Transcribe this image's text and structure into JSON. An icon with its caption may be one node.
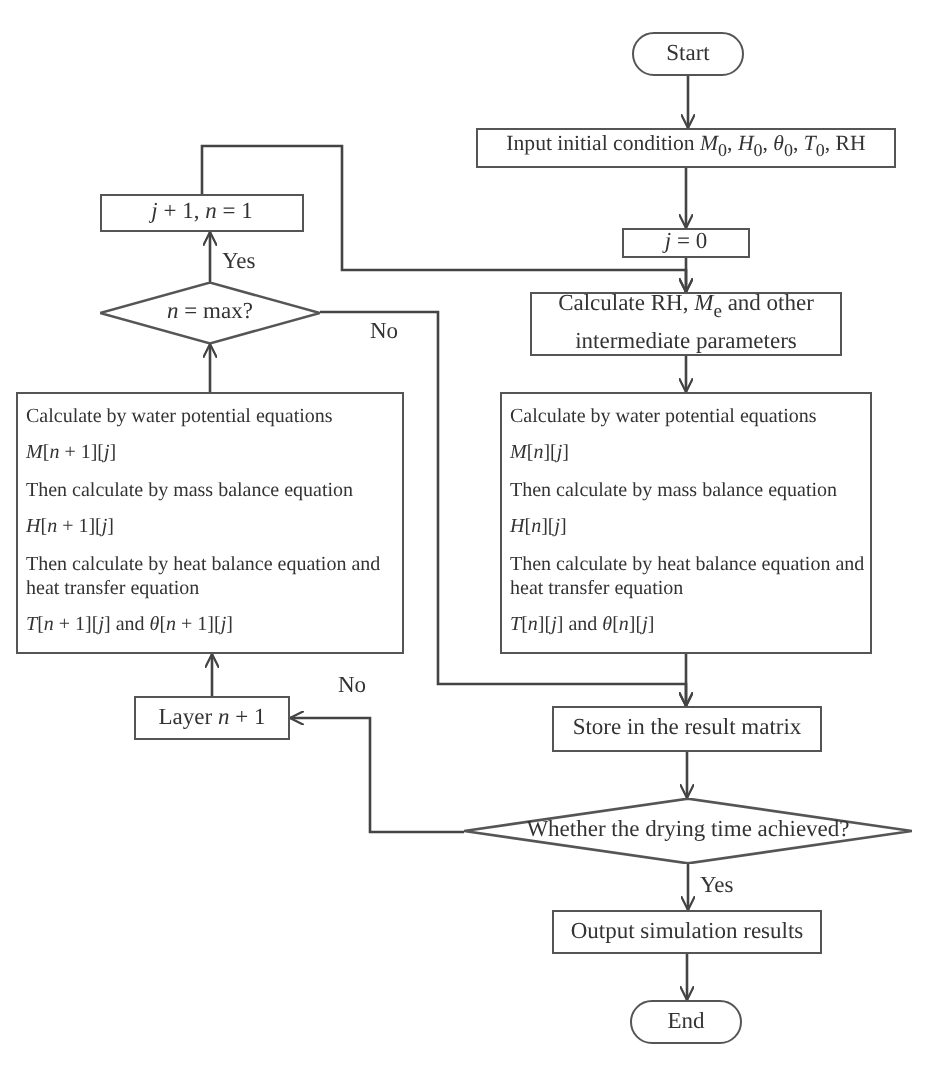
{
  "diagram": {
    "nodes": [
      {
        "text": [
          "Start"
        ]
      },
      {
        "text": [
          "Input initial condition *M*$_{0}$, *H*$_{0}$, *θ*$_{0}$, *T*$_{0}$, RH"
        ]
      },
      {
        "text": [
          "*j* = 0"
        ]
      },
      {
        "text": [
          "Calculate RH, *M*$_{e}$ and other intermediate parameters"
        ]
      },
      {
        "text": [
          "Calculate by water potential equations",
          "*M*[*n*][*j*]",
          "Then calculate by mass balance equation",
          "*H*[*n*][*j*]",
          "Then calculate by heat balance equation and heat transfer equation",
          "*T*[*n*][*j*] and *θ*[*n*][*j*]"
        ]
      },
      {
        "text": [
          "Store in the result matrix"
        ]
      },
      {
        "text": [
          "Whether the drying time achieved?"
        ]
      },
      {
        "text": [
          "Output simulation results"
        ]
      },
      {
        "text": [
          "End"
        ]
      },
      {
        "text": [
          "*j* + 1, *n* = 1"
        ]
      },
      {
        "text": [
          "*n* = max?"
        ]
      },
      {
        "text": [
          "Calculate by water potential equations",
          "*M*[*n* + 1][*j*]",
          "Then calculate by mass balance equation",
          "*H*[*n* + 1][*j*]",
          "Then calculate by heat balance equation and heat transfer equation",
          "*T*[*n* + 1][*j*] and *θ*[*n* + 1][*j*]"
        ]
      },
      {
        "text": [
          "Layer *n* + 1"
        ]
      }
    ],
    "edges": [
      {
        "from": 0,
        "to": 1,
        "arrow": "to"
      },
      {
        "from": 1,
        "to": 2,
        "arrow": "to"
      },
      {
        "from": 2,
        "to": 3,
        "arrow": "to"
      },
      {
        "from": 3,
        "to": 4,
        "arrow": "to"
      },
      {
        "from": 4,
        "to": 5,
        "arrow": "to"
      },
      {
        "from": 5,
        "to": 6,
        "arrow": "to"
      },
      {
        "from": 6,
        "to": 7,
        "arrow": "to",
        "label": "Yes"
      },
      {
        "from": 7,
        "to": 8,
        "arrow": "to"
      },
      {
        "from": 6,
        "to": 12,
        "arrow": "to",
        "label": "No"
      },
      {
        "from": 12,
        "to": 11,
        "arrow": "to"
      },
      {
        "from": 11,
        "to": 10,
        "arrow": "to"
      },
      {
        "from": 10,
        "to": 9,
        "arrow": "to",
        "label": "Yes"
      },
      {
        "from": 9,
        "to": 3,
        "arrow": "to"
      },
      {
        "from": 10,
        "to": 5,
        "arrow": "to",
        "label": "No"
      }
    ]
  }
}
